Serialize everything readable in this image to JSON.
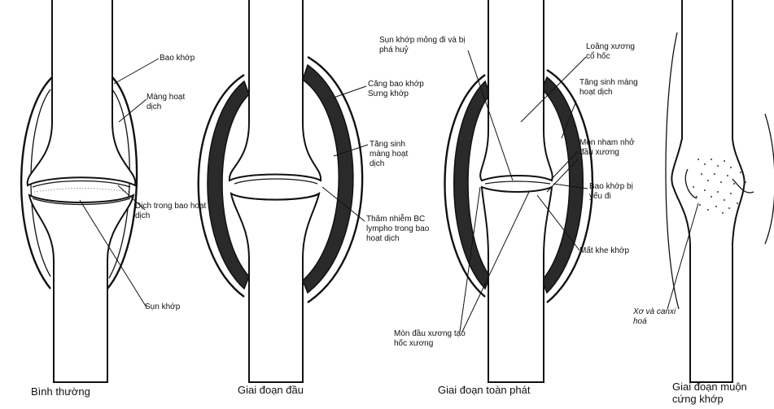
{
  "panels": [
    {
      "caption": "Bình thường",
      "labels": [
        "Bao khớp",
        "Màng hoạt dịch",
        "Dịch trong bao hoạt dịch",
        "Sụn khớp"
      ]
    },
    {
      "caption": "Giai đoạn đầu",
      "labels": [
        "Căng bao khớp Sưng khớp",
        "Tăng sinh màng hoạt dịch",
        "Thâm nhiễm BC lympho trong bao hoạt dịch"
      ]
    },
    {
      "caption": "Giai đoạn toàn phát",
      "labels": [
        "Sụn khớp mỏng đi và bị phá huỷ",
        "Loãng xương cổ hốc",
        "Tăng sinh màng hoạt dịch",
        "Mòn nham nhở đầu xương",
        "Bao khớp bị yếu đi",
        "Mất khe khớp",
        "Mòn đầu xương tạo hốc xương"
      ]
    },
    {
      "caption": "Giai đoạn muộn cứng khớp",
      "labels": [
        "Xơ và canxi hoá"
      ]
    }
  ]
}
